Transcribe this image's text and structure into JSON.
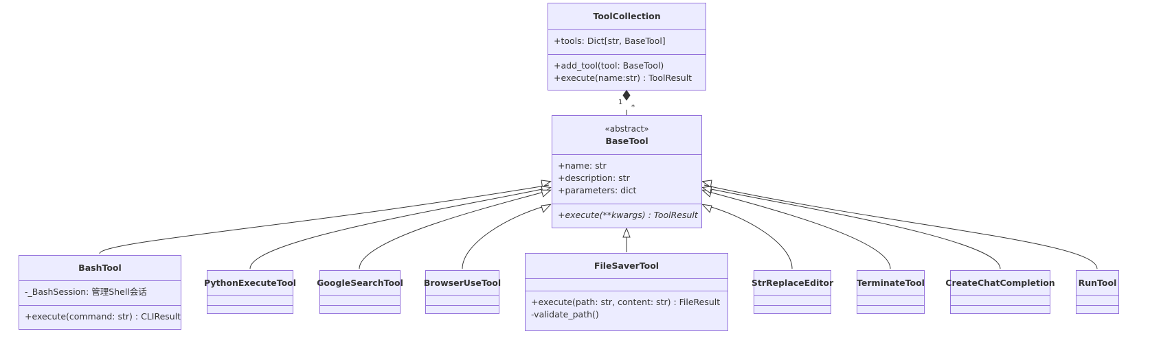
{
  "classes": {
    "tool_collection": {
      "name": "ToolCollection",
      "attributes": [
        "+tools: Dict[str, BaseTool]"
      ],
      "methods": [
        "+add_tool(tool: BaseTool)",
        "+execute(name:str) : ToolResult"
      ]
    },
    "base_tool": {
      "stereotype": "«abstract»",
      "name": "BaseTool",
      "attributes": [
        "+name: str",
        "+description: str",
        "+parameters: dict"
      ],
      "methods": [
        "+execute(**kwargs) : ToolResult"
      ]
    },
    "bash_tool": {
      "name": "BashTool",
      "attributes": [
        "-_BashSession: 管理Shell会话"
      ],
      "methods": [
        "+execute(command: str) : CLIResult"
      ]
    },
    "python_execute_tool": {
      "name": "PythonExecuteTool",
      "attributes": [],
      "methods": []
    },
    "google_search_tool": {
      "name": "GoogleSearchTool",
      "attributes": [],
      "methods": []
    },
    "browser_use_tool": {
      "name": "BrowserUseTool",
      "attributes": [],
      "methods": []
    },
    "file_saver_tool": {
      "name": "FileSaverTool",
      "attributes": [],
      "methods": [
        "+execute(path: str, content: str) : FileResult",
        "-validate_path()"
      ]
    },
    "str_replace_editor": {
      "name": "StrReplaceEditor",
      "attributes": [],
      "methods": []
    },
    "terminate_tool": {
      "name": "TerminateTool",
      "attributes": [],
      "methods": []
    },
    "create_chat_completion": {
      "name": "CreateChatCompletion",
      "attributes": [],
      "methods": []
    },
    "run_tool": {
      "name": "RunTool",
      "attributes": [],
      "methods": []
    }
  },
  "relations": {
    "composition": {
      "from": "ToolCollection",
      "to": "BaseTool",
      "type": "composition",
      "multiplicity_whole": "1",
      "multiplicity_part": "*"
    },
    "inheritance": [
      "BashTool",
      "PythonExecuteTool",
      "GoogleSearchTool",
      "BrowserUseTool",
      "FileSaverTool",
      "StrReplaceEditor",
      "TerminateTool",
      "CreateChatCompletion",
      "RunTool"
    ]
  },
  "colors": {
    "class_fill": "#ECECFF",
    "class_border": "#9370DB",
    "line": "#333333",
    "text": "#333333"
  }
}
